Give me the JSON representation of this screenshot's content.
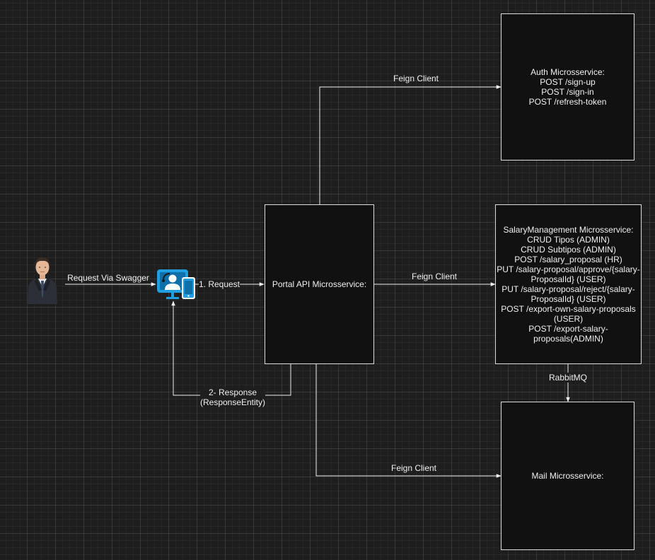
{
  "boxes": {
    "auth": "Auth Microsservice:\nPOST /sign-up\nPOST /sign-in\nPOST /refresh-token",
    "portal": "Portal API Microsservice:",
    "salary": "SalaryManagement Microsservice:\nCRUD Tipos (ADMIN)\nCRUD Subtipos (ADMIN)\nPOST /salary_proposal (HR)\nPUT /salary-proposal/approve/{salary-\nProposalId} (USER)\nPUT /salary-proposal/reject/{salary-\nProposalId} (USER)\nPOST /export-own-salary-proposals\n(USER)\nPOST /export-salary-\nproposals(ADMIN)",
    "mail": "Mail Microsservice:"
  },
  "labels": {
    "request_swagger": "Request Via Swagger",
    "request": "1. Request",
    "response": "2- Response\n(ResponseEntity)",
    "feign_auth": "Feign Client",
    "feign_salary": "Feign Client",
    "feign_mail": "Feign Client",
    "rabbitmq": "RabbitMQ"
  },
  "icons": {
    "user": "businessman-icon",
    "client": "computer-device-icon"
  },
  "colors": {
    "background": "#1e1e1e",
    "box_fill": "#111111",
    "box_border": "#dddddd",
    "connector": "#eeeeee",
    "device_icon": "#1f9ee0"
  }
}
